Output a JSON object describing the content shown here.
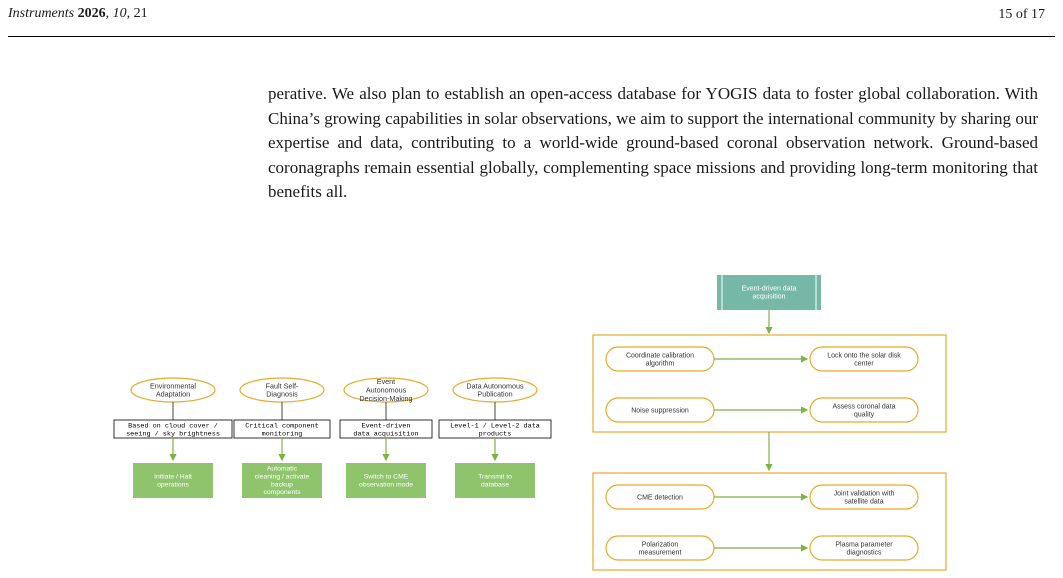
{
  "header": {
    "journal": "Instruments",
    "year": "2026",
    "volume": "10",
    "article": ", 21",
    "page": "15 of 17"
  },
  "paragraph": "perative. We also plan to establish an open-access database for YOGIS data to foster global collaboration. With China’s growing capabilities in solar observations, we aim to support the international community by sharing our expertise and data, contributing to a world-wide ground-based coronal observation network. Ground-based coronagraphs remain essential globally, complementing space missions and providing long-term monitoring that benefits all.",
  "left_diagram": {
    "columns": [
      {
        "title": [
          "Environmental",
          "Adaptation"
        ],
        "condition": [
          "Based on cloud cover /",
          "seeing / sky brightness"
        ],
        "action": [
          "Initiate / Halt",
          "operations"
        ]
      },
      {
        "title": [
          "Fault Self-",
          "Diagnosis"
        ],
        "condition": [
          "Critical component",
          "monitoring"
        ],
        "action": [
          "Automatic",
          "cleaning / activate",
          "backup",
          "components"
        ]
      },
      {
        "title": [
          "Event",
          "Autonomous",
          "Decision-Making"
        ],
        "condition": [
          "Event-driven",
          "data acquisition"
        ],
        "action": [
          "Switch to CME",
          "observation mode"
        ]
      },
      {
        "title": [
          "Data Autonomous",
          "Publication"
        ],
        "condition": [
          "Level-1 / Level-2 data",
          "products"
        ],
        "action": [
          "Transmit to",
          "database"
        ]
      }
    ]
  },
  "right_diagram": {
    "top": [
      "Event-driven data",
      "acquisition"
    ],
    "group1": [
      {
        "left": [
          "Coordinate calibration",
          "algorithm"
        ],
        "right": [
          "Lock onto the solar disk",
          "center"
        ]
      },
      {
        "left": [
          "Noise suppression"
        ],
        "right": [
          "Assess coronal data",
          "quality"
        ]
      }
    ],
    "group2": [
      {
        "left": [
          "CME detection"
        ],
        "right": [
          "Joint validation with",
          "satellite data"
        ]
      },
      {
        "left": [
          "Polarization",
          "measurement"
        ],
        "right": [
          "Plasma parameter",
          "diagnostics"
        ]
      }
    ]
  },
  "colors": {
    "accent_orange": "#e8a92c",
    "arrow_green": "#7cb342",
    "action_green": "#8fc46c",
    "teal": "#76b8a8"
  }
}
